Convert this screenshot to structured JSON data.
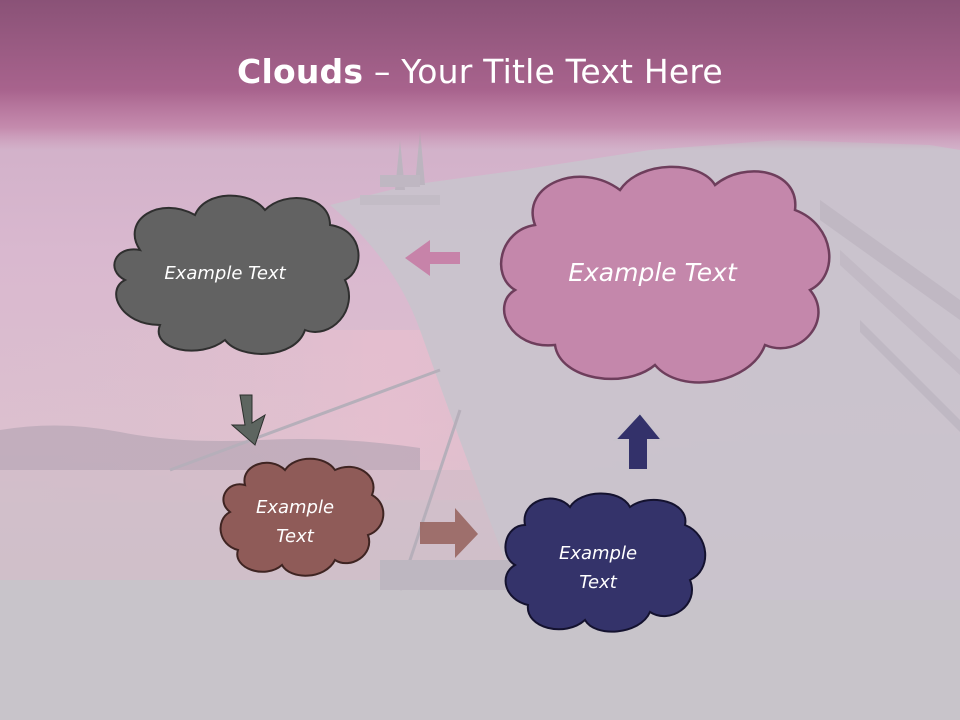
{
  "slide": {
    "title_bold": "Clouds",
    "title_rest": " – Your Title Text Here"
  },
  "clouds": {
    "gray_text": "Example Text",
    "pink_text": "Example Text",
    "brown_text_line1": "Example",
    "brown_text_line2": "Text",
    "navy_text_line1": "Example",
    "navy_text_line2": "Text"
  },
  "colors": {
    "title_bar": "#9a5d86",
    "gray_cloud": "#626262",
    "pink_cloud": "#c487ab",
    "brown_cloud": "#8f5b58",
    "navy_cloud": "#34336a",
    "arrow_pink": "#c67fa6",
    "arrow_gray": "#5d6560",
    "arrow_brown": "#9b6a66",
    "arrow_navy": "#33316a"
  }
}
